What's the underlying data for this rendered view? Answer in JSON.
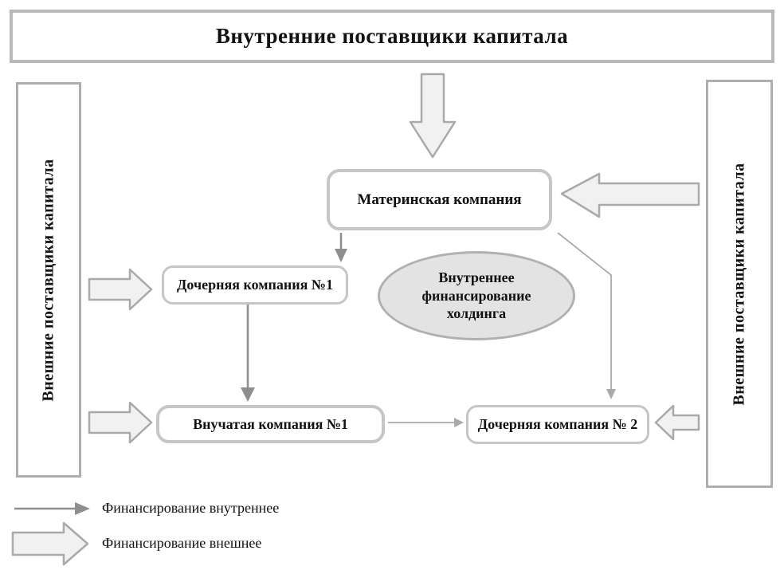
{
  "title": "Внутренние поставщики капитала",
  "sidebars": {
    "left": {
      "label": "Внешние поставщики капитала"
    },
    "right": {
      "label": "Внешние поставщики капитала"
    }
  },
  "nodes": {
    "mother": {
      "label": "Материнская компания"
    },
    "daughter1": {
      "label": "Дочерняя компания №1"
    },
    "grand1": {
      "label": "Внучатая компания №1"
    },
    "daughter2": {
      "label": "Дочерняя компания № 2"
    },
    "holding": {
      "label": "Внутреннее финансирование холдинга"
    }
  },
  "edges": [
    {
      "from": "internal-suppliers-banner",
      "to": "mother",
      "type": "external"
    },
    {
      "from": "external-suppliers-right",
      "to": "mother",
      "type": "external"
    },
    {
      "from": "external-suppliers-left",
      "to": "daughter1",
      "type": "external"
    },
    {
      "from": "external-suppliers-left",
      "to": "grand1",
      "type": "external"
    },
    {
      "from": "external-suppliers-right",
      "to": "daughter2",
      "type": "external"
    },
    {
      "from": "mother",
      "to": "daughter1",
      "type": "internal"
    },
    {
      "from": "daughter1",
      "to": "grand1",
      "type": "internal"
    },
    {
      "from": "mother",
      "to": "daughter2",
      "type": "internal"
    },
    {
      "from": "grand1",
      "to": "daughter2",
      "type": "internal"
    }
  ],
  "legend": [
    {
      "type": "internal",
      "label": "Финансирование внутреннее"
    },
    {
      "type": "external",
      "label": "Финансирование внешнее"
    }
  ],
  "colors": {
    "banner_border": "#b9b9b9",
    "sidebox_border": "#aeaeae",
    "node_border": "#c6c6c6",
    "ellipse_fill": "#e3e3e3",
    "ellipse_border": "#b0b0b0",
    "external_arrow_fill": "#f1f1f1",
    "external_arrow_stroke": "#a9a9a9",
    "internal_arrow": "#8e8e8e",
    "light_connector": "#aaaaaa"
  }
}
